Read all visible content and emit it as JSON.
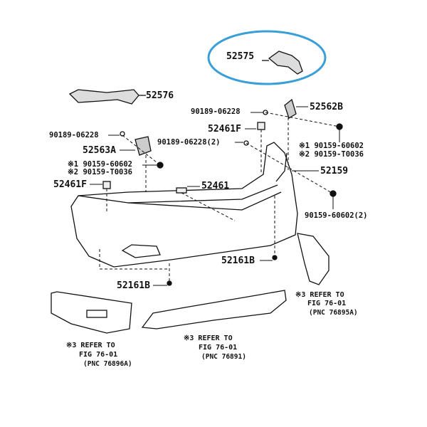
{
  "highlight_color": "#3a9fd8",
  "labels": {
    "p52575": "52575",
    "p52576": "52576",
    "clip_top": "90189-06228",
    "p52562b": "52562B",
    "p52461f_right": "52461F",
    "clip_left": "90189-06228",
    "clip_mid": "90189-06228(2)",
    "p52563a": "52563A",
    "left_note1": "※1 90159-60602",
    "left_note2": "※2 90159-T0036",
    "right_note1": "※1 90159-60602",
    "right_note2": "※2 90159-T0036",
    "p52159": "52159",
    "p52461f_left": "52461F",
    "p52461": "52461",
    "screw_right": "90159-60602(2)",
    "p52161b_mid": "52161B",
    "p52161b_left": "52161B"
  },
  "references": [
    {
      "line1": "※3 REFER TO",
      "line2": "FIG 76-01",
      "line3": "(PNC 76895A)"
    },
    {
      "line1": "※3 REFER TO",
      "line2": "FIG 76-01",
      "line3": "(PNC 76896A)"
    },
    {
      "line1": "※3 REFER TO",
      "line2": "FIG 76-01",
      "line3": "(PNC 76891)"
    }
  ]
}
